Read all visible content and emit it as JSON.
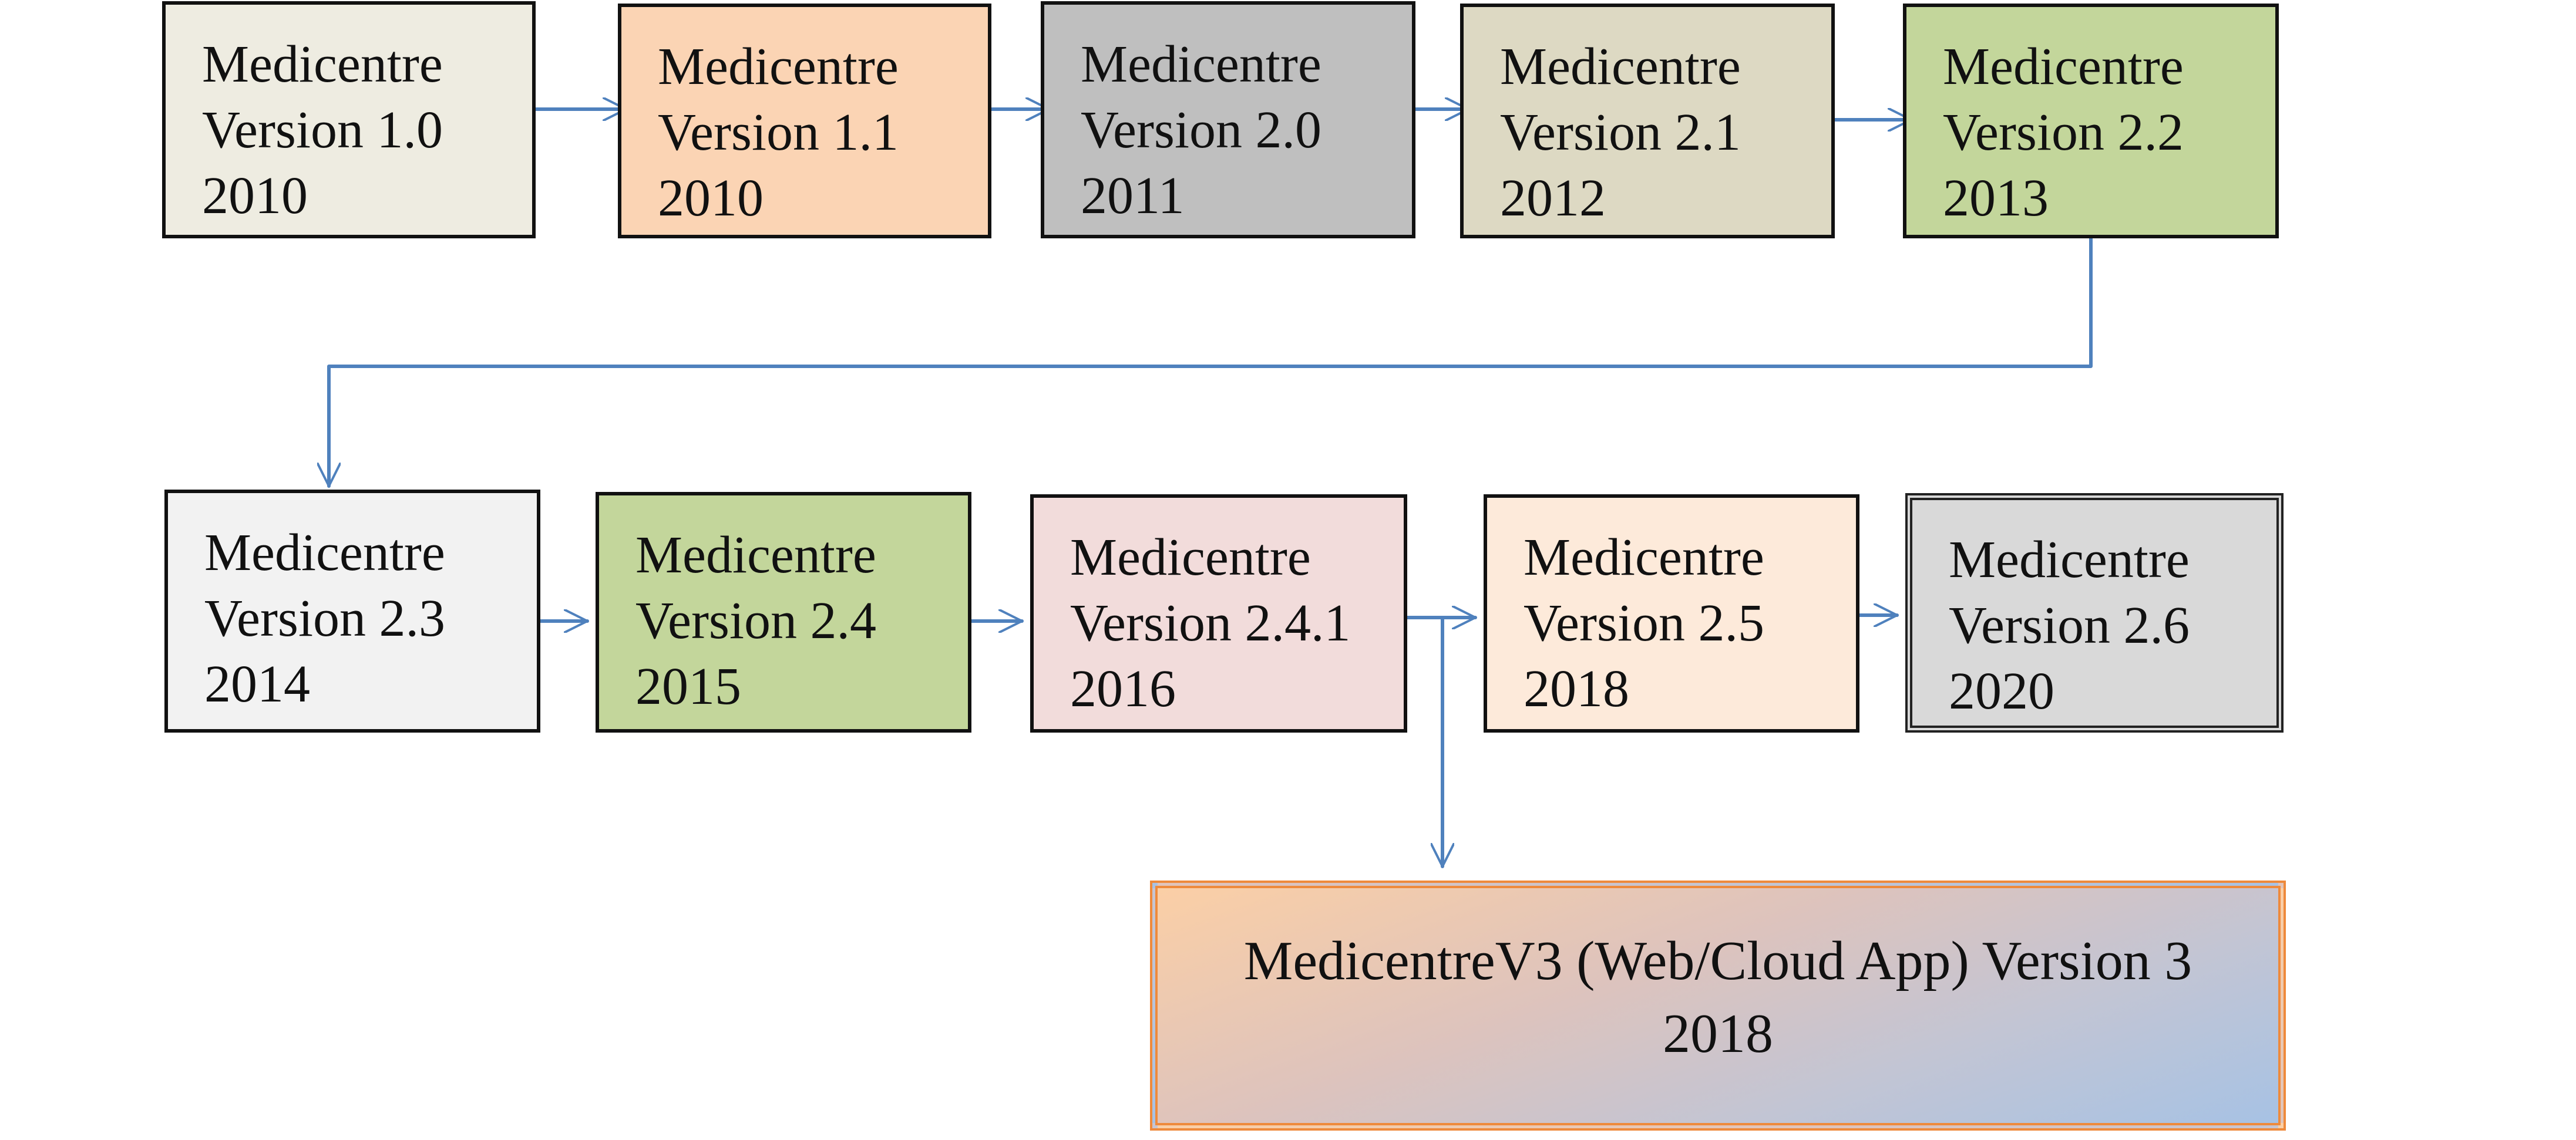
{
  "nodes": [
    {
      "id": "v1-0",
      "name": "Medicentre",
      "version": "Version 1.0",
      "year": "2010",
      "color": "#eeece1"
    },
    {
      "id": "v1-1",
      "name": "Medicentre",
      "version": "Version 1.1",
      "year": "2010",
      "color": "#fbd4b4"
    },
    {
      "id": "v2-0",
      "name": "Medicentre",
      "version": "Version 2.0",
      "year": "2011",
      "color": "#bfbfbf"
    },
    {
      "id": "v2-1",
      "name": "Medicentre",
      "version": "Version 2.1",
      "year": "2012",
      "color": "#ddd9c3"
    },
    {
      "id": "v2-2",
      "name": "Medicentre",
      "version": "Version 2.2",
      "year": "2013",
      "color": "#c3d69b"
    },
    {
      "id": "v2-3",
      "name": "Medicentre",
      "version": "Version 2.3",
      "year": "2014",
      "color": "#f2f2f2"
    },
    {
      "id": "v2-4",
      "name": "Medicentre",
      "version": "Version 2.4",
      "year": "2015",
      "color": "#c3d69b"
    },
    {
      "id": "v2-4-1",
      "name": "Medicentre",
      "version": "Version 2.4.1",
      "year": "2016",
      "color": "#f2dcdb"
    },
    {
      "id": "v2-5",
      "name": "Medicentre",
      "version": "Version 2.5",
      "year": "2018",
      "color": "#fdeada"
    },
    {
      "id": "v2-6",
      "name": "Medicentre",
      "version": "Version 2.6",
      "year": "2020",
      "color": "#d9d9d9"
    }
  ],
  "v3": {
    "title": "MedicentreV3 (Web/Cloud App) Version 3",
    "year": "2018",
    "border_color": "#ee8a3c"
  },
  "connector_color": "#4f81bd"
}
